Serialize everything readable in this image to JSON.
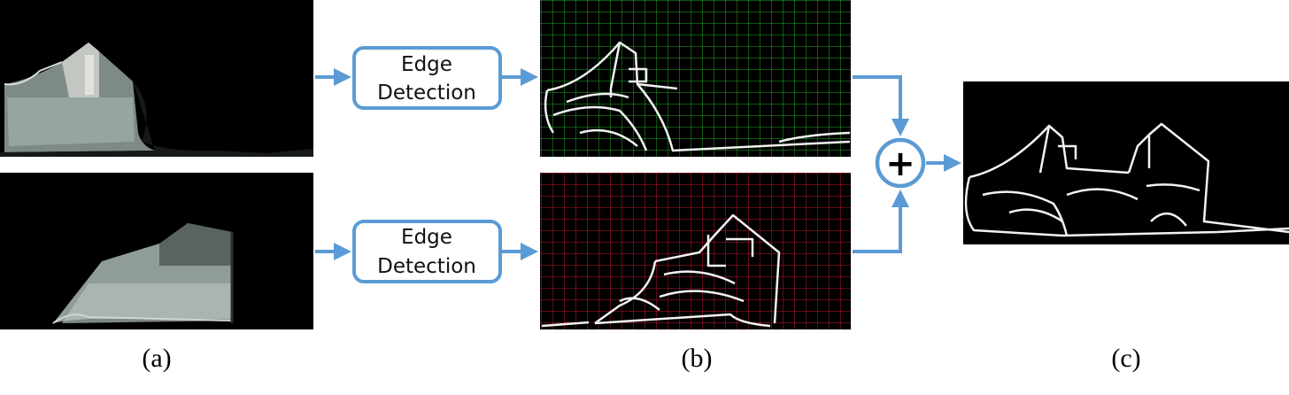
{
  "colors": {
    "accent": "#5b9bd5",
    "grid_green": "#22aa22",
    "grid_red": "#c0182a",
    "edge_lines": "#f2f2f2",
    "panel_black": "#000000",
    "floor_gray": "#8f9c98"
  },
  "icons": {
    "combine": "plus-icon"
  },
  "processes": {
    "top": {
      "line1": "Edge",
      "line2": "Detection"
    },
    "bottom": {
      "line1": "Edge",
      "line2": "Detection"
    }
  },
  "captions": {
    "a": "(a)",
    "b": "(b)",
    "c": "(c)"
  },
  "combine_symbol": "+"
}
